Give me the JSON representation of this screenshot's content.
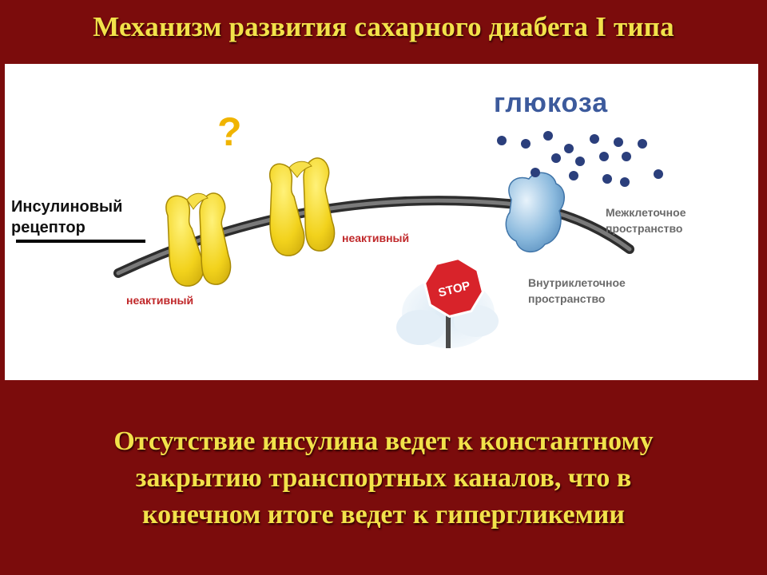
{
  "title": "Механизм развития сахарного диабета I типа",
  "diagram": {
    "receptor_label_line1": "Инсулиновый",
    "receptor_label_line2": "рецептор",
    "question_mark": "?",
    "inactive_label_1": "неактивный",
    "inactive_label_2": "неактивный",
    "glucose_label": "глюкоза",
    "extracellular_line1": "Межклеточное",
    "extracellular_line2": "пространство",
    "intracellular_line1": "Внутриклеточное",
    "intracellular_line2": "пространство",
    "stop_sign_text": "STOP",
    "colors": {
      "membrane": "#5a5a5a",
      "receptor": "#f2d21c",
      "channel": "#7fb0d8",
      "glucose": "#2b3f7c",
      "inactive_text": "#c0282a",
      "stop_sign": "#d8232a"
    }
  },
  "caption": {
    "line1": "Отсутствие инсулина ведет к константному",
    "line2": "закрытию транспортных каналов, что в",
    "line3": "конечном итоге ведет к гипергликемии"
  }
}
